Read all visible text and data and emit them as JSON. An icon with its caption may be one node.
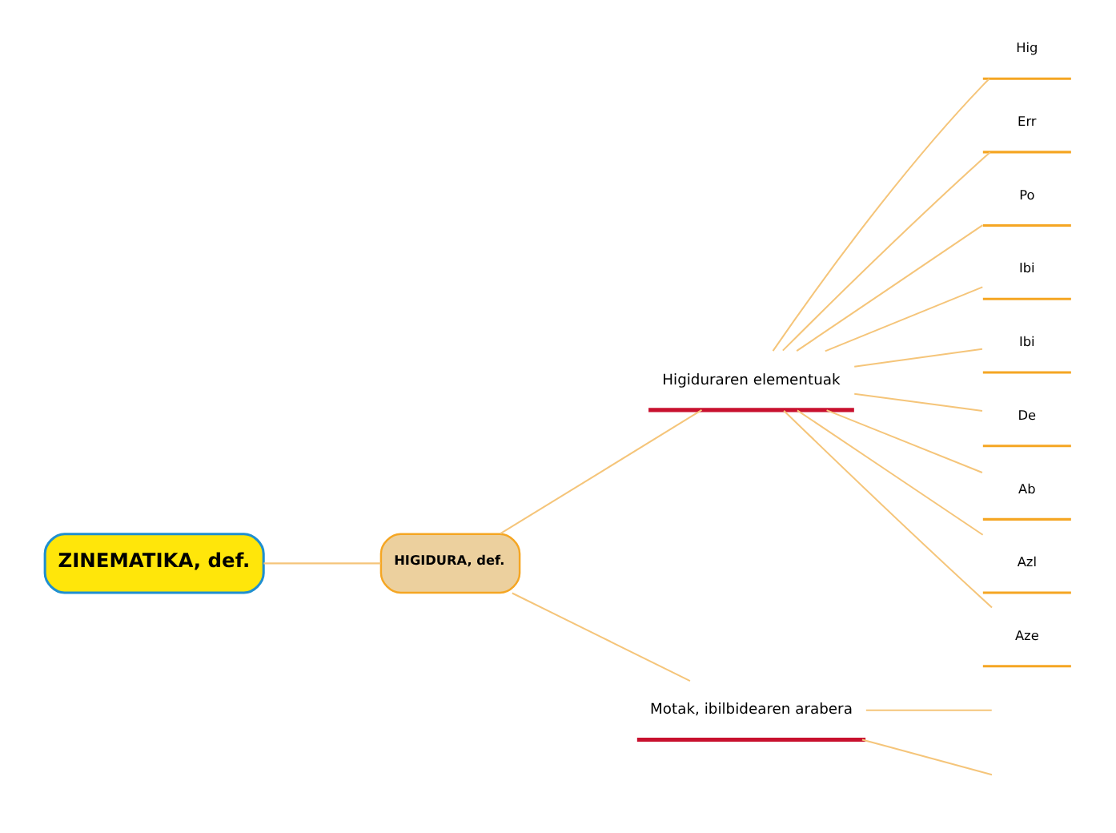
{
  "diagram": {
    "nodes": [
      {
        "text": [
          "ZINEMATIKA, def."
        ]
      },
      {
        "text": [
          "HIGIDURA, def."
        ]
      },
      {
        "text": [
          "Higiduraren elementuak"
        ]
      },
      {
        "text": [
          "Motak, ibilbidearen arabera"
        ]
      },
      {
        "text": [
          "Hig"
        ]
      },
      {
        "text": [
          "Err"
        ]
      },
      {
        "text": [
          "Po"
        ]
      },
      {
        "text": [
          "Ibi"
        ]
      },
      {
        "text": [
          "Ibi"
        ]
      },
      {
        "text": [
          "De"
        ]
      },
      {
        "text": [
          "Ab"
        ]
      },
      {
        "text": [
          "Azl"
        ]
      },
      {
        "text": [
          "Aze"
        ]
      }
    ],
    "edges": [
      {
        "from": 0,
        "to": 1,
        "arrow": "none"
      },
      {
        "from": 1,
        "to": 2,
        "arrow": "none"
      },
      {
        "from": 1,
        "to": 3,
        "arrow": "none"
      },
      {
        "from": 2,
        "to": 4,
        "arrow": "none"
      },
      {
        "from": 2,
        "to": 5,
        "arrow": "none"
      },
      {
        "from": 2,
        "to": 6,
        "arrow": "none"
      },
      {
        "from": 2,
        "to": 7,
        "arrow": "none"
      },
      {
        "from": 2,
        "to": 8,
        "arrow": "none"
      },
      {
        "from": 2,
        "to": 9,
        "arrow": "none"
      },
      {
        "from": 2,
        "to": 10,
        "arrow": "none"
      },
      {
        "from": 2,
        "to": 11,
        "arrow": "none"
      },
      {
        "from": 2,
        "to": 12,
        "arrow": "none"
      },
      {
        "from": 3,
        "to": null,
        "arrow": "none"
      },
      {
        "from": 3,
        "to": null,
        "arrow": "none"
      }
    ]
  }
}
